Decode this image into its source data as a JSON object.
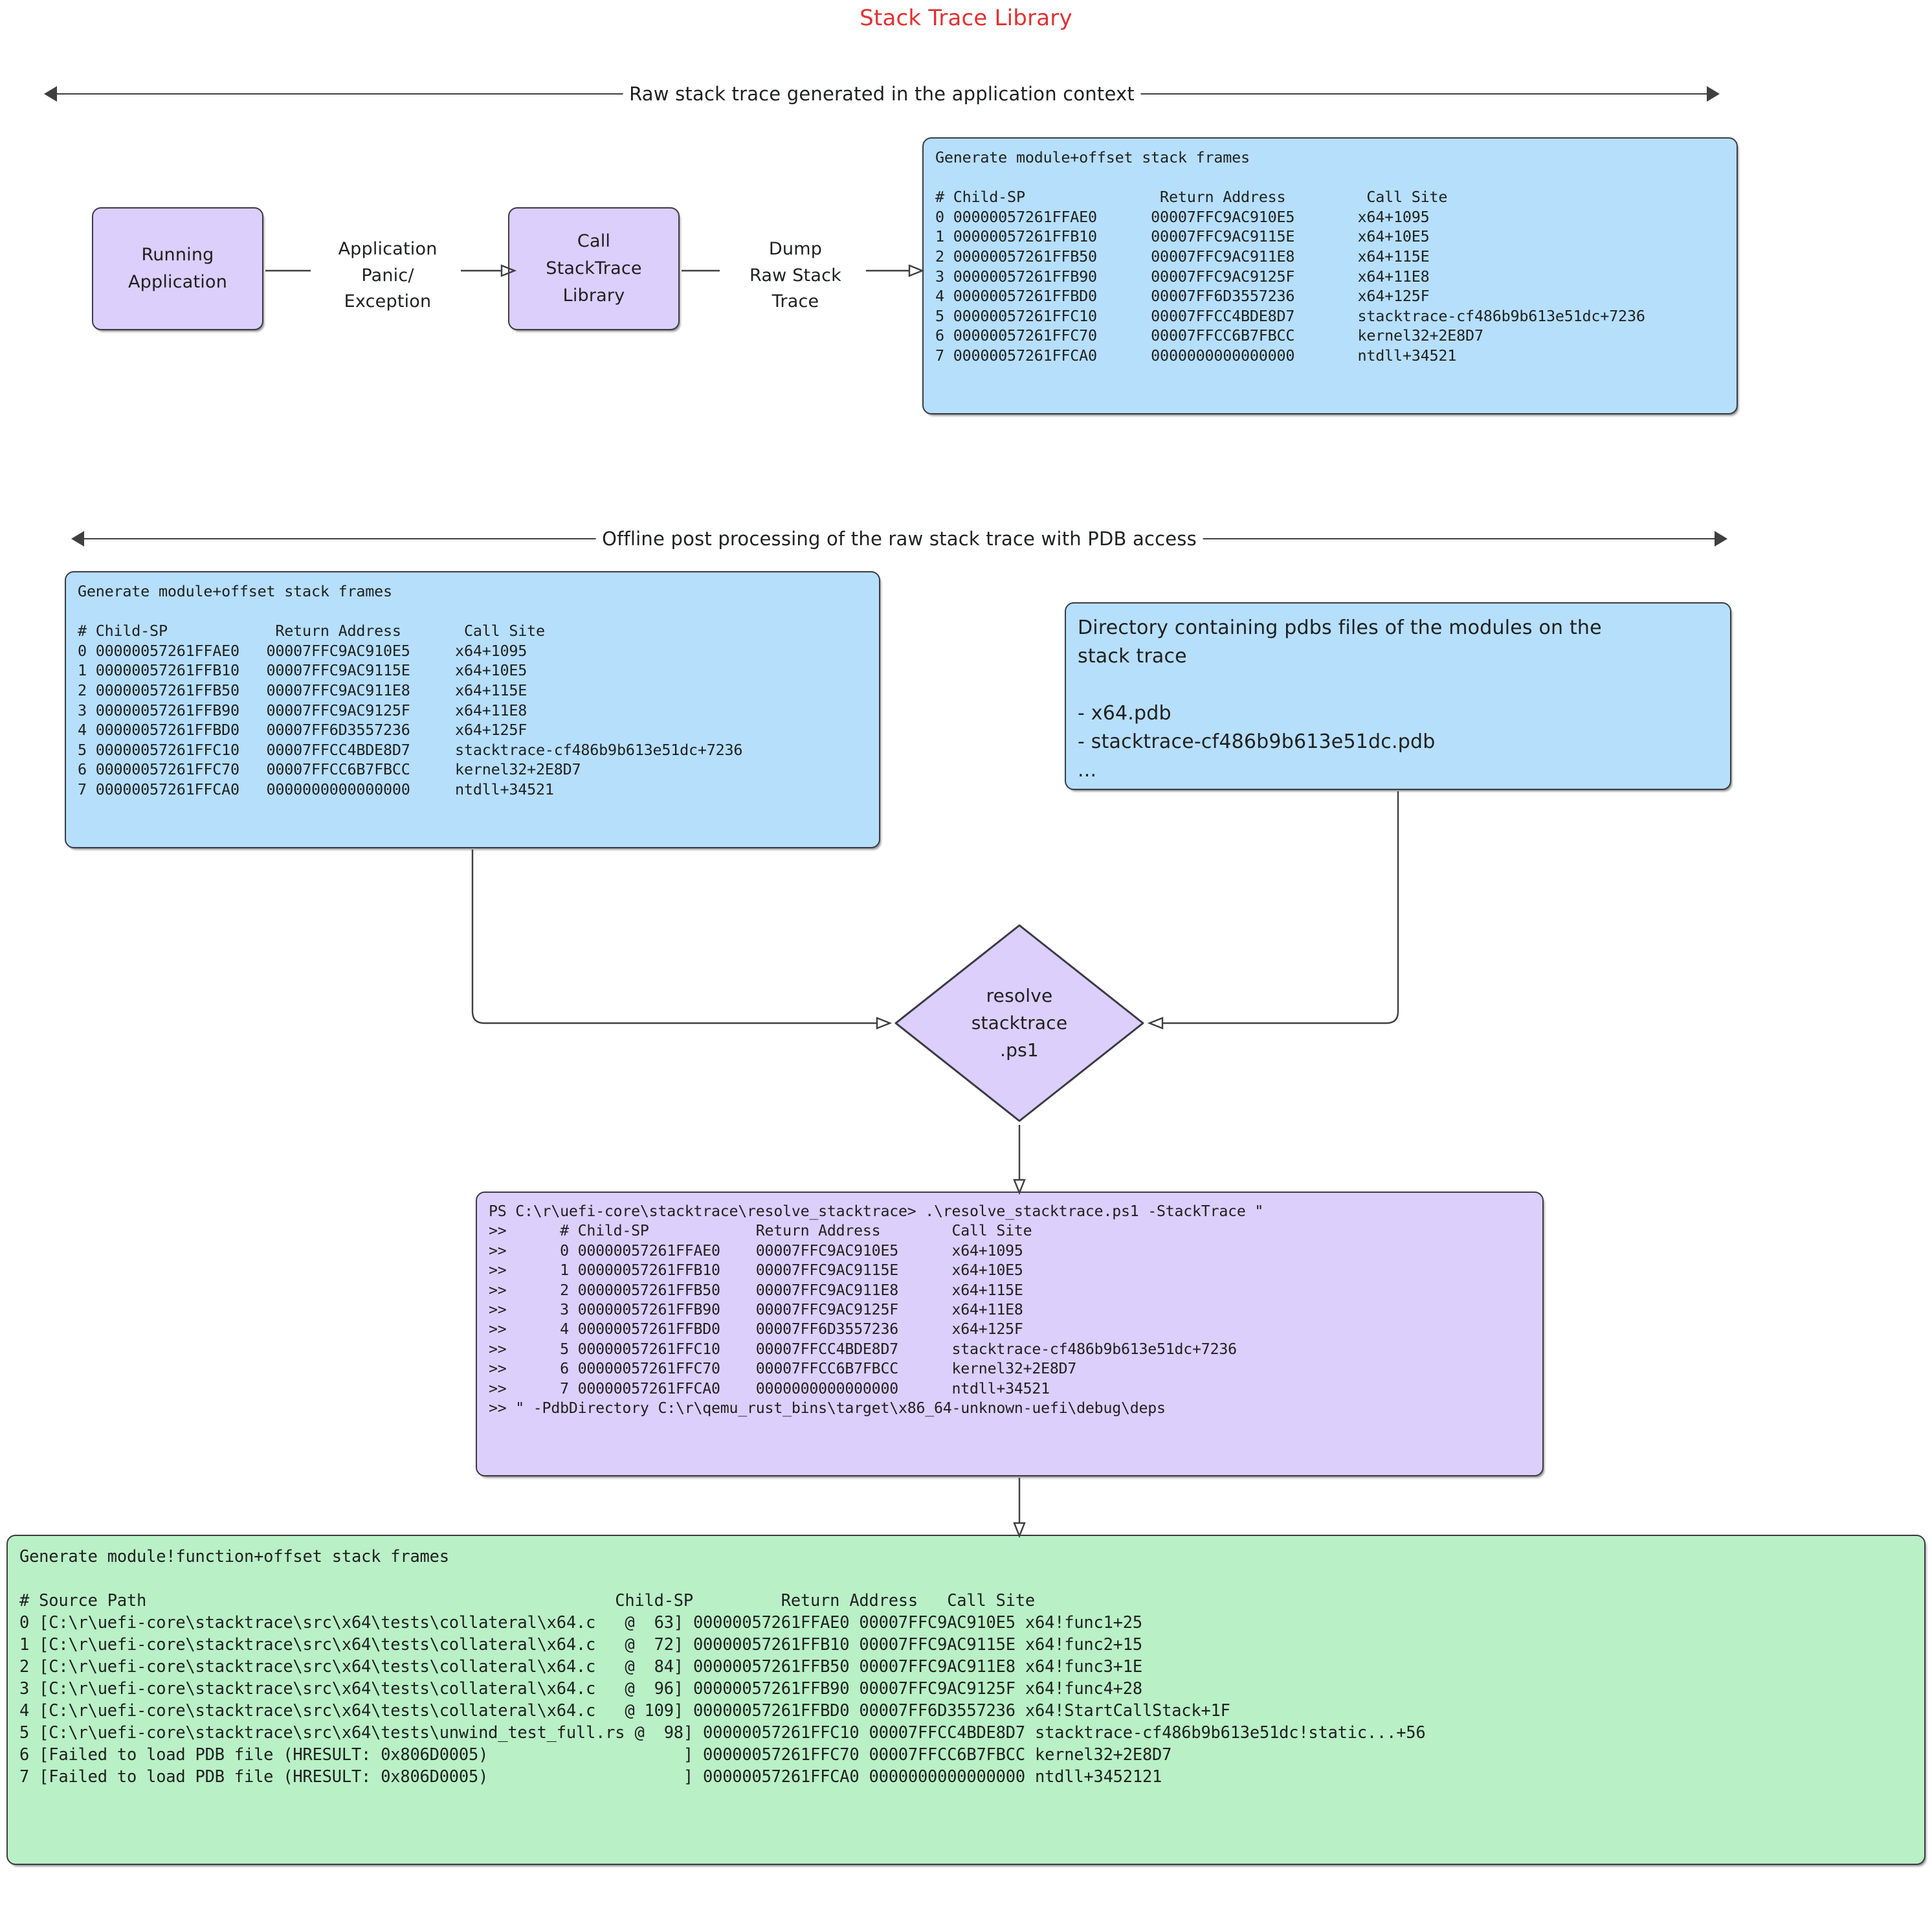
{
  "title": "Stack Trace Library",
  "bands": [
    {
      "id": "band-raw",
      "caption": "Raw stack trace generated in the application context"
    },
    {
      "id": "band-offline",
      "caption": "Offline post processing of the raw stack trace with PDB access"
    }
  ],
  "nodes": {
    "running_application": {
      "label": "Running\nApplication"
    },
    "call_stacktrace_library": {
      "label": "Call\nStackTrace\nLibrary"
    },
    "resolve_stacktrace": {
      "label": "resolve\nstacktrace\n.ps1"
    }
  },
  "edges": {
    "panic": "Application\nPanic/\nException",
    "dump": "Dump\nRaw Stack\nTrace"
  },
  "raw_trace_box": {
    "heading": "Generate module+offset stack frames",
    "columns": "# Child-SP               Return Address         Call Site",
    "rows": [
      "0 00000057261FFAE0      00007FFC9AC910E5       x64+1095",
      "1 00000057261FFB10      00007FFC9AC9115E       x64+10E5",
      "2 00000057261FFB50      00007FFC9AC911E8       x64+115E",
      "3 00000057261FFB90      00007FFC9AC9125F       x64+11E8",
      "4 00000057261FFBD0      00007FF6D3557236       x64+125F",
      "5 00000057261FFC10      00007FFCC4BDE8D7       stacktrace-cf486b9b613e51dc+7236",
      "6 00000057261FFC70      00007FFCC6B7FBCC       kernel32+2E8D7",
      "7 00000057261FFCA0      0000000000000000       ntdll+34521"
    ]
  },
  "raw_trace_box_2": {
    "heading": "Generate module+offset stack frames",
    "columns": "# Child-SP            Return Address       Call Site",
    "rows": [
      "0 00000057261FFAE0   00007FFC9AC910E5     x64+1095",
      "1 00000057261FFB10   00007FFC9AC9115E     x64+10E5",
      "2 00000057261FFB50   00007FFC9AC911E8     x64+115E",
      "3 00000057261FFB90   00007FFC9AC9125F     x64+11E8",
      "4 00000057261FFBD0   00007FF6D3557236     x64+125F",
      "5 00000057261FFC10   00007FFCC4BDE8D7     stacktrace-cf486b9b613e51dc+7236",
      "6 00000057261FFC70   00007FFCC6B7FBCC     kernel32+2E8D7",
      "7 00000057261FFCA0   0000000000000000     ntdll+34521"
    ]
  },
  "pdb_dir_box": {
    "line1": "Directory containing pdbs files of the modules on the",
    "line2": "stack trace",
    "blank": "",
    "item1": "- x64.pdb",
    "item2": "- stacktrace-cf486b9b613e51dc.pdb",
    "ellipsis": "..."
  },
  "powershell_box": {
    "rows": [
      "PS C:\\r\\uefi-core\\stacktrace\\resolve_stacktrace> .\\resolve_stacktrace.ps1 -StackTrace \"",
      ">>      # Child-SP            Return Address        Call Site",
      ">>      0 00000057261FFAE0    00007FFC9AC910E5      x64+1095",
      ">>      1 00000057261FFB10    00007FFC9AC9115E      x64+10E5",
      ">>      2 00000057261FFB50    00007FFC9AC911E8      x64+115E",
      ">>      3 00000057261FFB90    00007FFC9AC9125F      x64+11E8",
      ">>      4 00000057261FFBD0    00007FF6D3557236      x64+125F",
      ">>      5 00000057261FFC10    00007FFCC4BDE8D7      stacktrace-cf486b9b613e51dc+7236",
      ">>      6 00000057261FFC70    00007FFCC6B7FBCC      kernel32+2E8D7",
      ">>      7 00000057261FFCA0    0000000000000000      ntdll+34521",
      ">> \" -PdbDirectory C:\\r\\qemu_rust_bins\\target\\x86_64-unknown-uefi\\debug\\deps"
    ]
  },
  "resolved_box": {
    "heading": "Generate module!function+offset stack frames",
    "columns": "# Source Path                                                Child-SP         Return Address   Call Site",
    "rows": [
      "0 [C:\\r\\uefi-core\\stacktrace\\src\\x64\\tests\\collateral\\x64.c   @  63] 00000057261FFAE0 00007FFC9AC910E5 x64!func1+25",
      "1 [C:\\r\\uefi-core\\stacktrace\\src\\x64\\tests\\collateral\\x64.c   @  72] 00000057261FFB10 00007FFC9AC9115E x64!func2+15",
      "2 [C:\\r\\uefi-core\\stacktrace\\src\\x64\\tests\\collateral\\x64.c   @  84] 00000057261FFB50 00007FFC9AC911E8 x64!func3+1E",
      "3 [C:\\r\\uefi-core\\stacktrace\\src\\x64\\tests\\collateral\\x64.c   @  96] 00000057261FFB90 00007FFC9AC9125F x64!func4+28",
      "4 [C:\\r\\uefi-core\\stacktrace\\src\\x64\\tests\\collateral\\x64.c   @ 109] 00000057261FFBD0 00007FF6D3557236 x64!StartCallStack+1F",
      "5 [C:\\r\\uefi-core\\stacktrace\\src\\x64\\tests\\unwind_test_full.rs @  98] 00000057261FFC10 00007FFCC4BDE8D7 stacktrace-cf486b9b613e51dc!static...+56",
      "6 [Failed to load PDB file (HRESULT: 0x806D0005)                    ] 00000057261FFC70 00007FFCC6B7FBCC kernel32+2E8D7",
      "7 [Failed to load PDB file (HRESULT: 0x806D0005)                    ] 00000057261FFCA0 0000000000000000 ntdll+3452121"
    ]
  },
  "colors": {
    "title": "#e03131",
    "purple": "#dccffb",
    "blue": "#b6dffc",
    "green": "#b9f0c6",
    "stroke": "#3b3b45"
  }
}
